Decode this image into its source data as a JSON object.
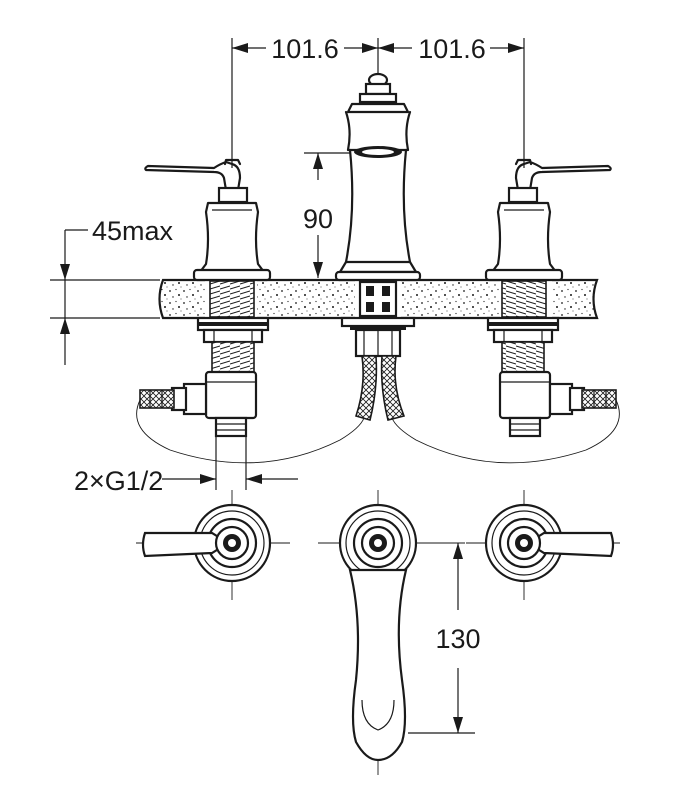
{
  "dimensions": {
    "left_spacing": "101.6",
    "right_spacing": "101.6",
    "spout_height": "90",
    "deck_thickness": "45max",
    "connection": "2×G1/2",
    "spout_reach": "130"
  },
  "colors": {
    "line": "#1a1a1a",
    "background": "#ffffff"
  }
}
